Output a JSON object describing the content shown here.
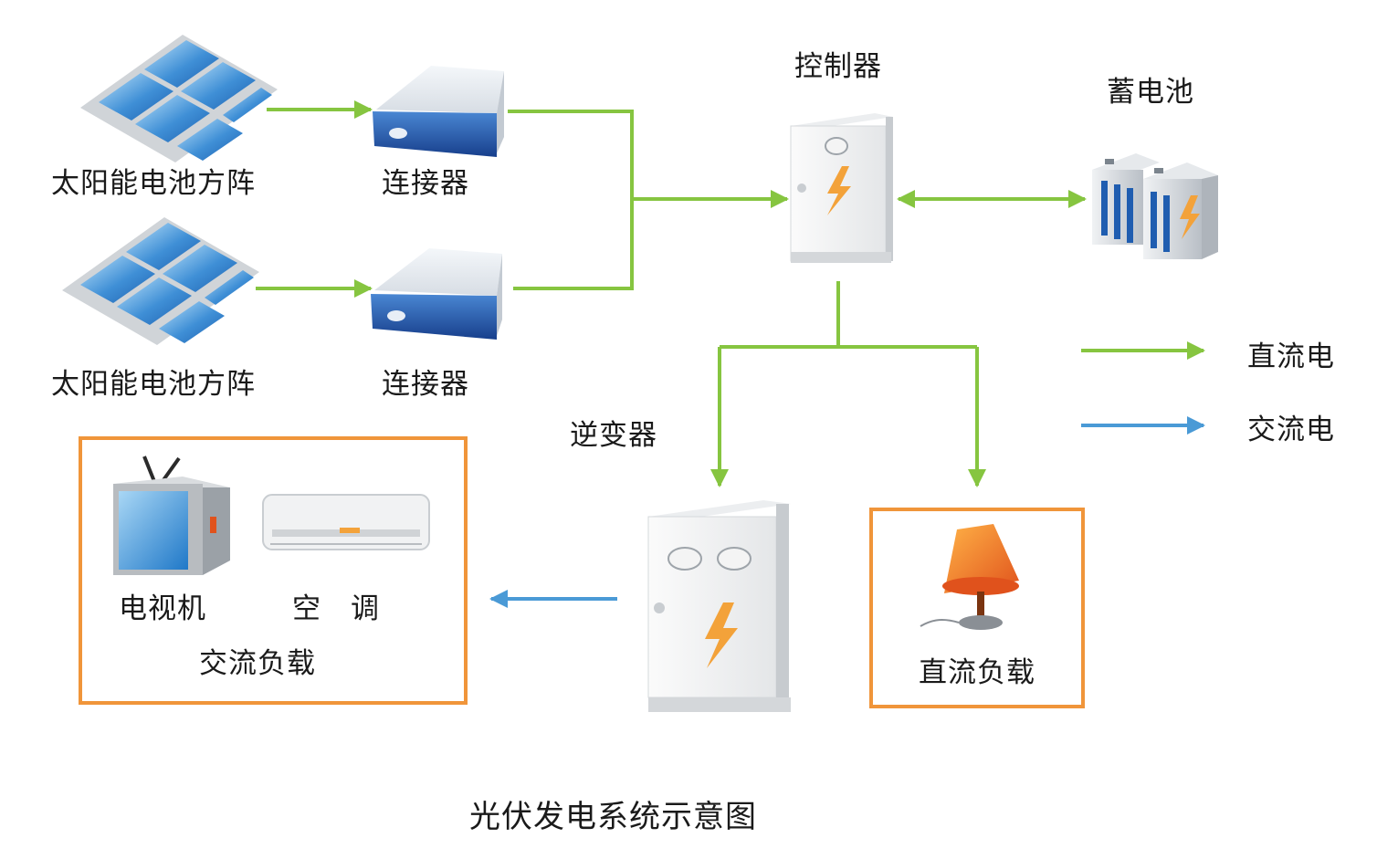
{
  "labels": {
    "solar_array_1": "太阳能电池方阵",
    "solar_array_2": "太阳能电池方阵",
    "connector_1": "连接器",
    "connector_2": "连接器",
    "controller": "控制器",
    "battery": "蓄电池",
    "inverter": "逆变器",
    "tv": "电视机",
    "ac_unit": "空　调",
    "ac_load": "交流负载",
    "dc_load": "直流负载",
    "title": "光伏发电系统示意图"
  },
  "legend": {
    "dc": "直流电",
    "ac": "交流电"
  },
  "colors": {
    "dc_line": "#86c540",
    "ac_line": "#4a9ad6",
    "load_box_border": "#f0953a"
  }
}
